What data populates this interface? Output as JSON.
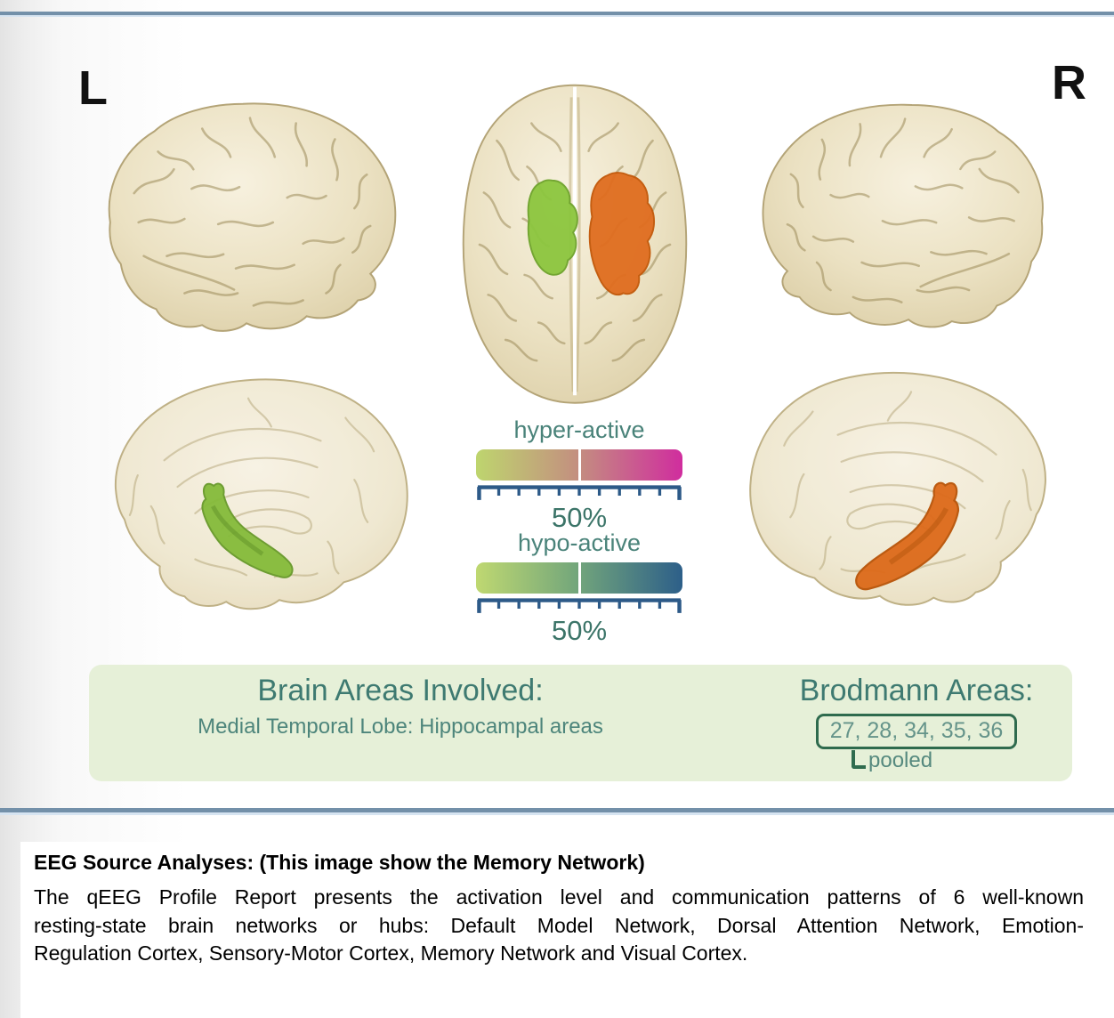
{
  "figure": {
    "orientation_labels": {
      "left": "L",
      "right": "R"
    },
    "brains": [
      "lateral-view-left-hemisphere",
      "axial-top-view-with-activation-regions",
      "lateral-view-right-hemisphere",
      "medial-view-left-hemisphere-green-region",
      "medial-view-right-hemisphere-orange-region"
    ]
  },
  "legend": {
    "hyper": {
      "label": "hyper-active",
      "value": "50%",
      "gradient": [
        "#bed56e",
        "#c3917f",
        "#d02d9e"
      ]
    },
    "hypo": {
      "label": "hypo-active",
      "value": "50%",
      "gradient": [
        "#bfd871",
        "#74a77b",
        "#2d5f89"
      ]
    }
  },
  "info_box": {
    "brain_areas_title": "Brain Areas Involved:",
    "brain_areas_value": "Medial Temporal Lobe: Hippocampal areas",
    "brodmann_title": "Brodmann Areas:",
    "brodmann_values": "27, 28, 34, 35, 36",
    "brodmann_note": "pooled"
  },
  "caption": {
    "heading": "EEG Source Analyses: (This image show the Memory Network)",
    "body_lines": [
      "The qEEG Profile Report presents the activation level and communication patterns of 6 well-known",
      "resting-state brain networks or hubs: Default Model Network, Dorsal Attention Network, Emotion-",
      "Regulation Cortex, Sensory-Motor Cortex, Memory Network  and Visual Cortex."
    ]
  },
  "colors": {
    "slide_rule": "#7390a9",
    "slide_rule_light": "#d6e4f1",
    "info_box_bg": "#e6f0d8",
    "teal_title": "#3e7a71",
    "brodmann_border": "#2f6b4e",
    "ruler_ticks": "#2d5a88",
    "brain_base": "#ece2c4",
    "region_green": "#8cc63e",
    "region_orange": "#e06d1f"
  }
}
